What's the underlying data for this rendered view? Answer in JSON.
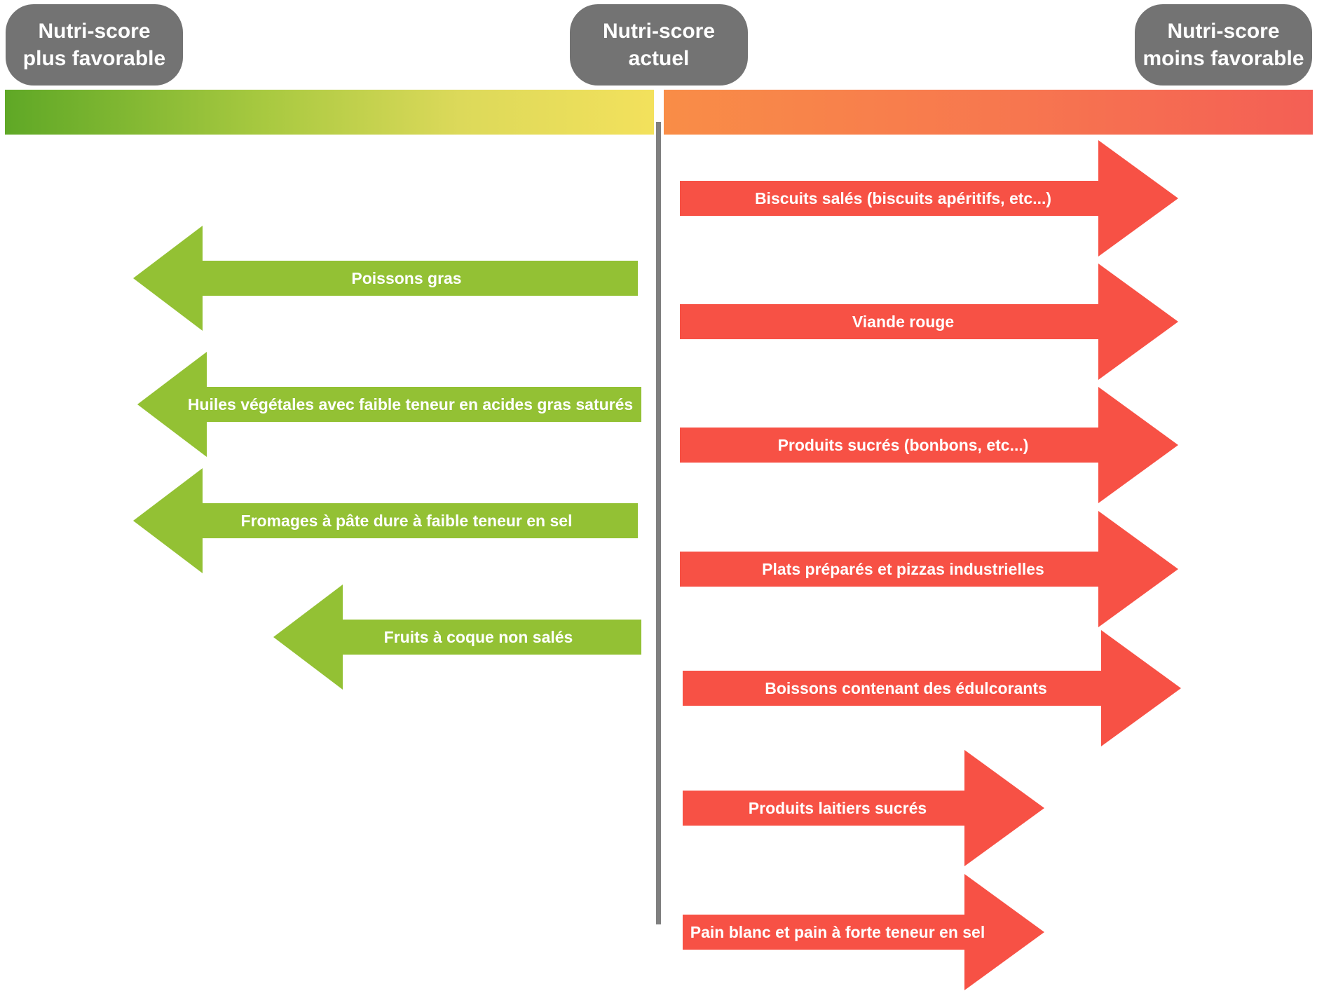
{
  "headers": {
    "left": {
      "line1": "Nutri-score",
      "line2": "plus favorable"
    },
    "center": {
      "line1": "Nutri-score",
      "line2": "actuel"
    },
    "right": {
      "line1": "Nutri-score",
      "line2": "moins favorable"
    }
  },
  "colors": {
    "favorable_arrow": "#93c134",
    "unfavorable_arrow": "#f75145",
    "header_pill": "#737373",
    "divider": "#7f7f7f"
  },
  "favorable_items": [
    "Poissons gras",
    "Huiles végétales avec faible teneur en acides gras saturés",
    "Fromages à pâte dure à faible teneur en sel",
    "Fruits à coque non salés"
  ],
  "unfavorable_items": [
    "Biscuits salés (biscuits apéritifs, etc...)",
    "Viande rouge",
    "Produits sucrés (bonbons, etc...)",
    "Plats préparés et pizzas industrielles",
    "Boissons contenant des édulcorants",
    "Produits laitiers sucrés",
    "Pain blanc et pain à forte teneur en sel"
  ]
}
